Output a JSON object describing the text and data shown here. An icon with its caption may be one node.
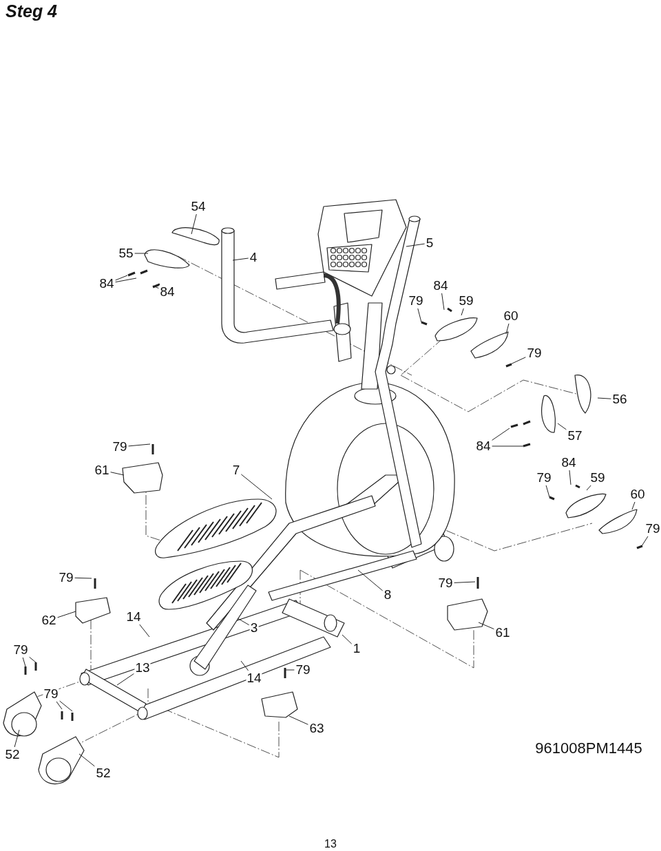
{
  "diagram": {
    "title": "Steg 4",
    "nodes": [
      {
        "text": [
          "54"
        ]
      },
      {
        "text": [
          "55"
        ]
      },
      {
        "text": [
          "84"
        ]
      },
      {
        "text": [
          "84"
        ]
      },
      {
        "text": [
          "4"
        ]
      },
      {
        "text": [
          "5"
        ]
      },
      {
        "text": [
          "79"
        ]
      },
      {
        "text": [
          "84"
        ]
      },
      {
        "text": [
          "59"
        ]
      },
      {
        "text": [
          "60"
        ]
      },
      {
        "text": [
          "79"
        ]
      },
      {
        "text": [
          "56"
        ]
      },
      {
        "text": [
          "57"
        ]
      },
      {
        "text": [
          "84"
        ]
      },
      {
        "text": [
          "79"
        ]
      },
      {
        "text": [
          "61"
        ]
      },
      {
        "text": [
          "7"
        ]
      },
      {
        "text": [
          "84"
        ]
      },
      {
        "text": [
          "79"
        ]
      },
      {
        "text": [
          "59"
        ]
      },
      {
        "text": [
          "60"
        ]
      },
      {
        "text": [
          "79"
        ]
      },
      {
        "text": [
          "79"
        ]
      },
      {
        "text": [
          "8"
        ]
      },
      {
        "text": [
          "79"
        ]
      },
      {
        "text": [
          "62"
        ]
      },
      {
        "text": [
          "14"
        ]
      },
      {
        "text": [
          "3"
        ]
      },
      {
        "text": [
          "61"
        ]
      },
      {
        "text": [
          "79"
        ]
      },
      {
        "text": [
          "1"
        ]
      },
      {
        "text": [
          "13"
        ]
      },
      {
        "text": [
          "14"
        ]
      },
      {
        "text": [
          "79"
        ]
      },
      {
        "text": [
          "79"
        ]
      },
      {
        "text": [
          "63"
        ]
      },
      {
        "text": [
          "52"
        ]
      },
      {
        "text": [
          "52"
        ]
      }
    ],
    "edges": [
      {
        "from": 0,
        "to": null,
        "arrow": "none"
      },
      {
        "from": 1,
        "to": null,
        "arrow": "none"
      },
      {
        "from": 2,
        "to": null,
        "arrow": "none"
      },
      {
        "from": 2,
        "to": null,
        "arrow": "none"
      },
      {
        "from": 3,
        "to": null,
        "arrow": "none"
      },
      {
        "from": 4,
        "to": null,
        "arrow": "none"
      },
      {
        "from": 5,
        "to": null,
        "arrow": "none"
      },
      {
        "from": 6,
        "to": null,
        "arrow": "none"
      },
      {
        "from": 7,
        "to": null,
        "arrow": "none"
      },
      {
        "from": 8,
        "to": null,
        "arrow": "none"
      },
      {
        "from": 9,
        "to": null,
        "arrow": "none"
      },
      {
        "from": 10,
        "to": null,
        "arrow": "none"
      },
      {
        "from": 11,
        "to": null,
        "arrow": "none"
      },
      {
        "from": 12,
        "to": null,
        "arrow": "none"
      },
      {
        "from": 13,
        "to": null,
        "arrow": "none"
      },
      {
        "from": 13,
        "to": null,
        "arrow": "none"
      },
      {
        "from": 14,
        "to": null,
        "arrow": "none"
      },
      {
        "from": 15,
        "to": null,
        "arrow": "none"
      },
      {
        "from": 16,
        "to": null,
        "arrow": "none"
      },
      {
        "from": 17,
        "to": null,
        "arrow": "none"
      },
      {
        "from": 18,
        "to": null,
        "arrow": "none"
      },
      {
        "from": 19,
        "to": null,
        "arrow": "none"
      },
      {
        "from": 20,
        "to": null,
        "arrow": "none"
      },
      {
        "from": 21,
        "to": null,
        "arrow": "none"
      },
      {
        "from": 22,
        "to": null,
        "arrow": "none"
      },
      {
        "from": 23,
        "to": null,
        "arrow": "none"
      },
      {
        "from": 24,
        "to": null,
        "arrow": "none"
      },
      {
        "from": 25,
        "to": null,
        "arrow": "none"
      },
      {
        "from": 26,
        "to": null,
        "arrow": "none"
      },
      {
        "from": 27,
        "to": null,
        "arrow": "none"
      },
      {
        "from": 28,
        "to": null,
        "arrow": "none"
      },
      {
        "from": 29,
        "to": null,
        "arrow": "none"
      },
      {
        "from": 29,
        "to": null,
        "arrow": "none"
      },
      {
        "from": 30,
        "to": null,
        "arrow": "none"
      },
      {
        "from": 31,
        "to": null,
        "arrow": "none"
      },
      {
        "from": 32,
        "to": null,
        "arrow": "none"
      },
      {
        "from": 33,
        "to": null,
        "arrow": "none"
      },
      {
        "from": 34,
        "to": null,
        "arrow": "none"
      },
      {
        "from": 34,
        "to": null,
        "arrow": "none"
      },
      {
        "from": 35,
        "to": null,
        "arrow": "none"
      },
      {
        "from": 36,
        "to": null,
        "arrow": "none"
      },
      {
        "from": 37,
        "to": null,
        "arrow": "none"
      }
    ],
    "labels": [
      "961008PM1445",
      "13"
    ]
  }
}
